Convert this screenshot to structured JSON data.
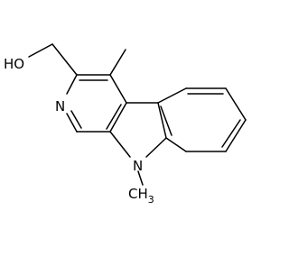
{
  "molecule": {
    "atoms": [
      {
        "id": "o1",
        "element": "O",
        "label": "HO"
      },
      {
        "id": "n_pyridine",
        "element": "N",
        "label": "N"
      },
      {
        "id": "n_indole",
        "element": "N",
        "label": "N"
      },
      {
        "id": "ch3_top",
        "element": "C",
        "label": ""
      },
      {
        "id": "ch3_bottom",
        "element": "C",
        "label": "CH",
        "subscript": "3"
      }
    ],
    "colors": {
      "bond": "#000000",
      "text": "#000000",
      "background": "#ffffff"
    }
  }
}
